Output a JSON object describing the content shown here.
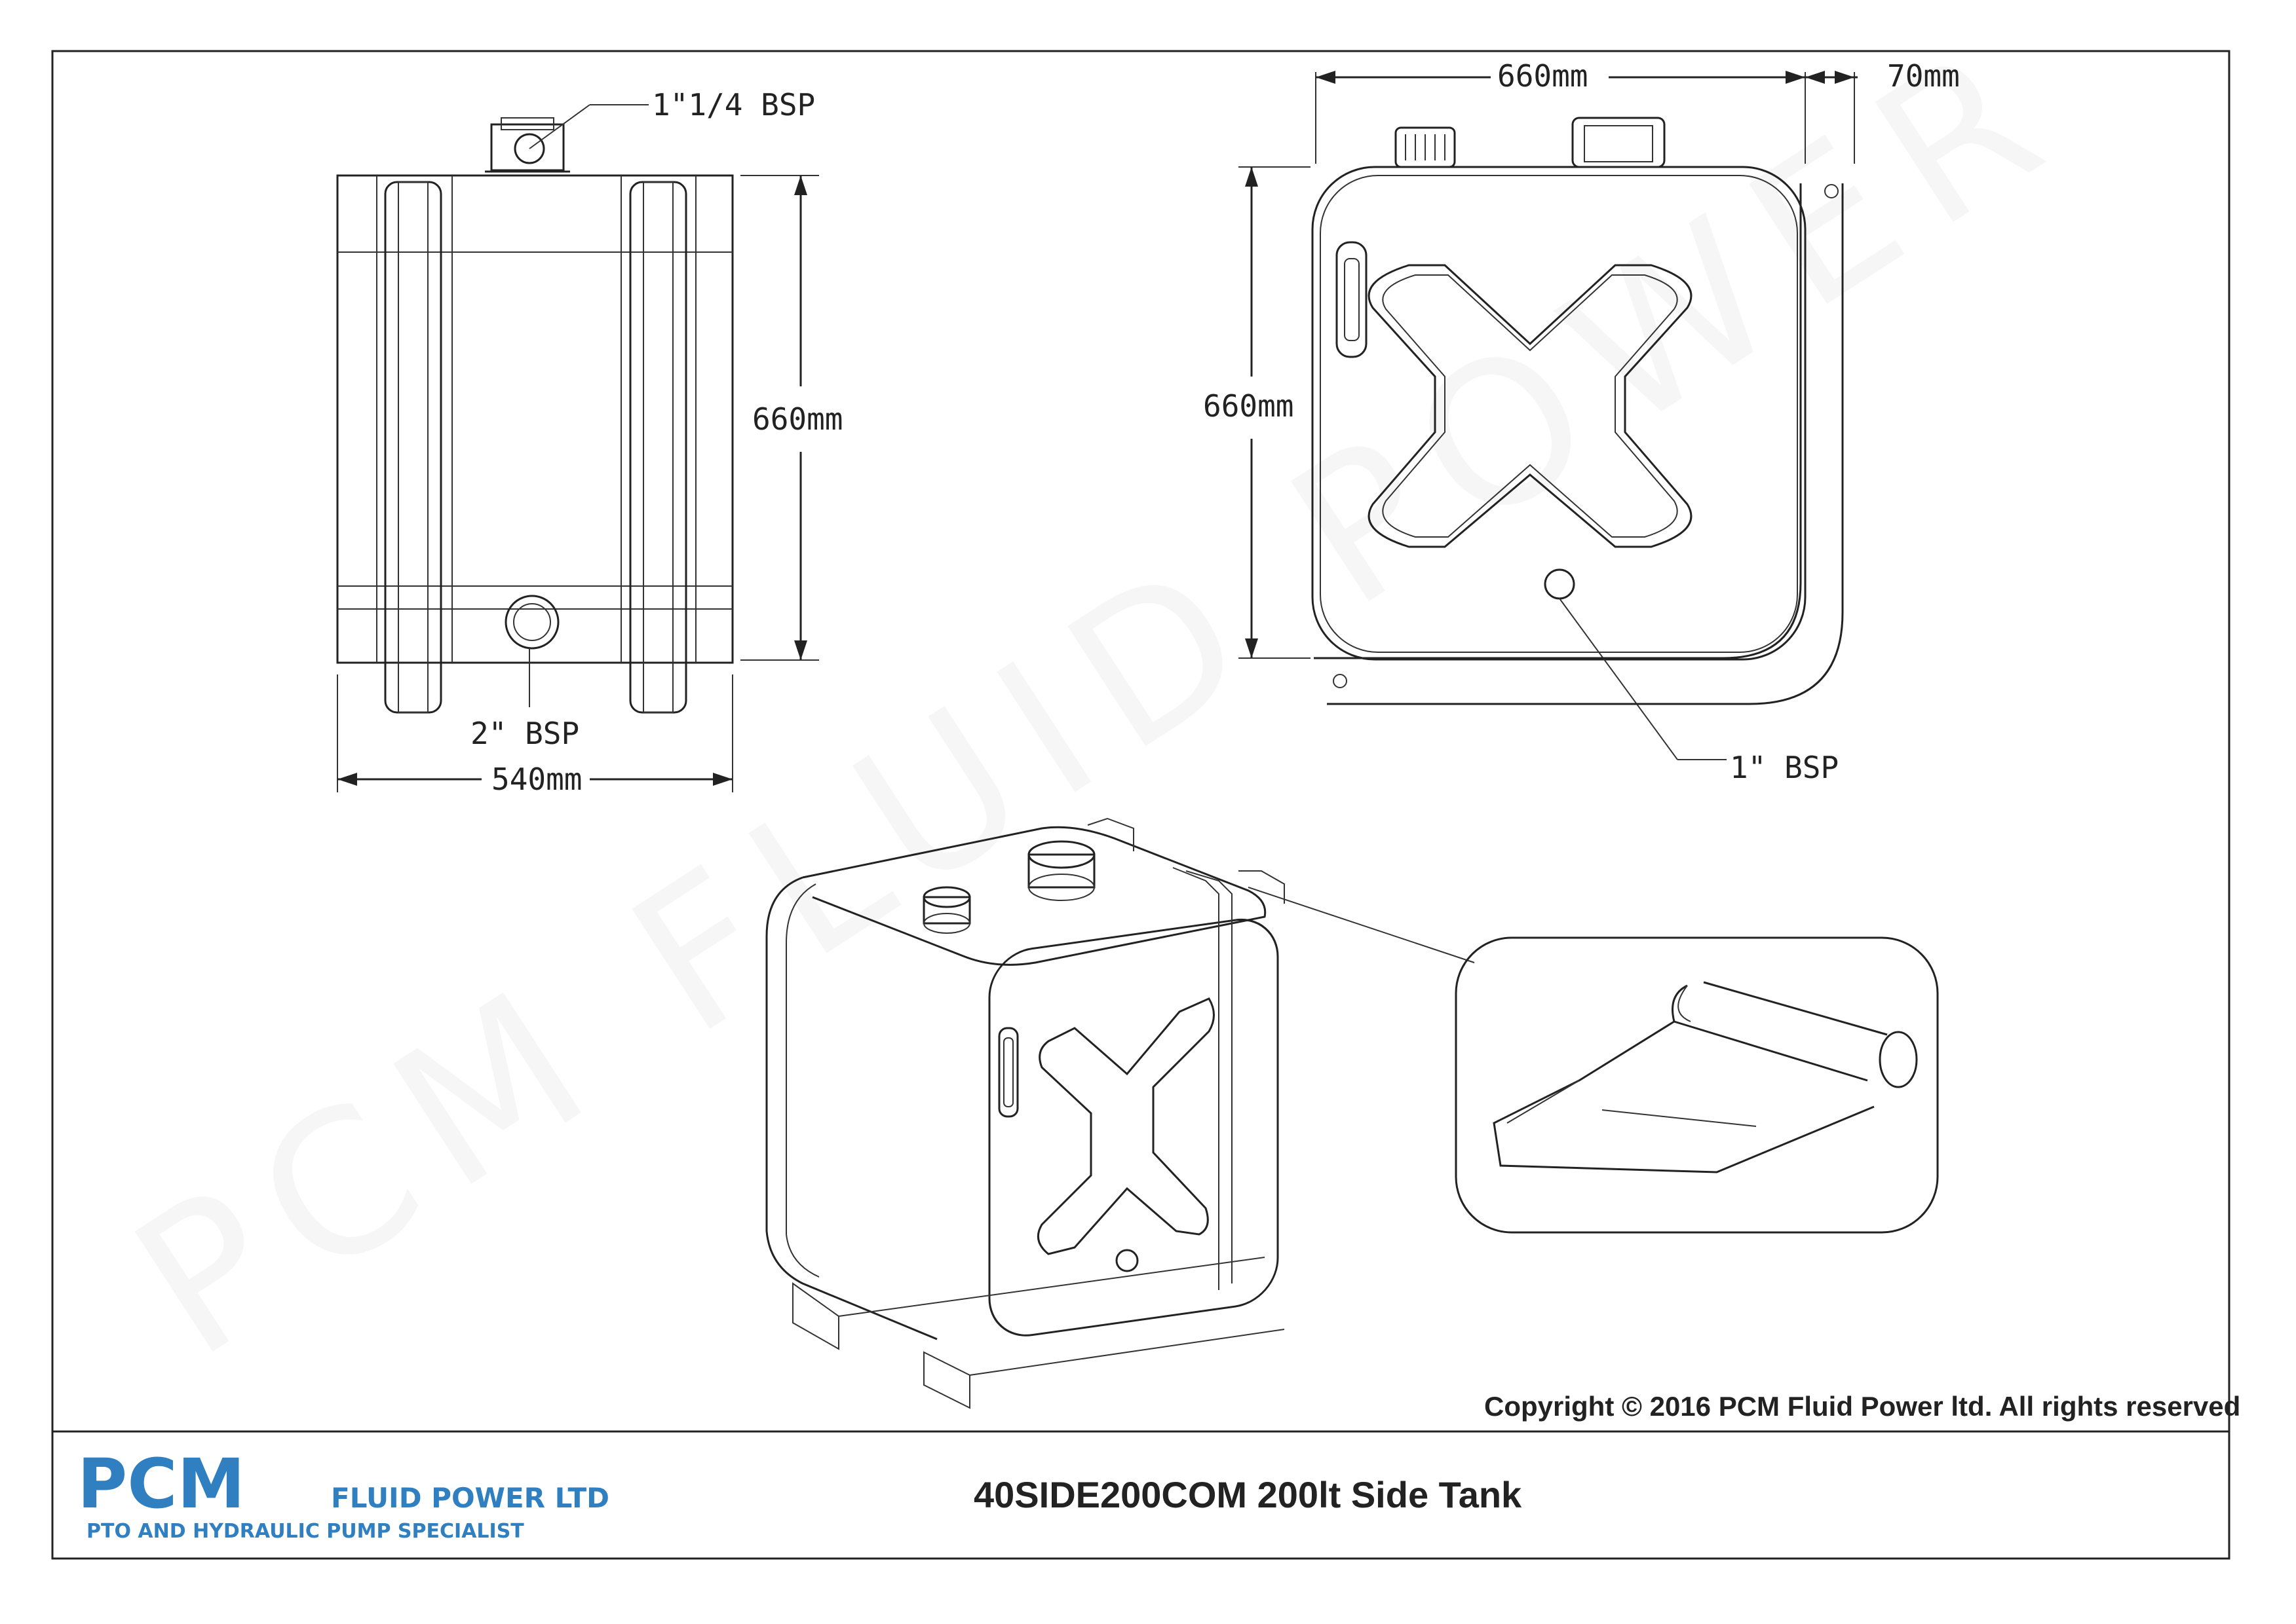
{
  "dimensions": {
    "front_inlet_port": "1\"1/4 BSP",
    "front_height": "660mm",
    "front_bottom_port": "2\" BSP",
    "front_width": "540mm",
    "side_width": "660mm",
    "side_bracket": "70mm",
    "side_height": "660mm",
    "side_drain_port": "1\" BSP"
  },
  "watermark": "PCM FLUID POWER",
  "copyright": "Copyright © 2016 PCM Fluid Power ltd. All rights reserved",
  "logo": {
    "brand": "PCM",
    "line1": "FLUID POWER LTD",
    "line2": "PTO AND HYDRAULIC PUMP SPECIALIST",
    "color": "#2f7fc1"
  },
  "drawing_title": "40SIDE200COM 200lt Side Tank"
}
